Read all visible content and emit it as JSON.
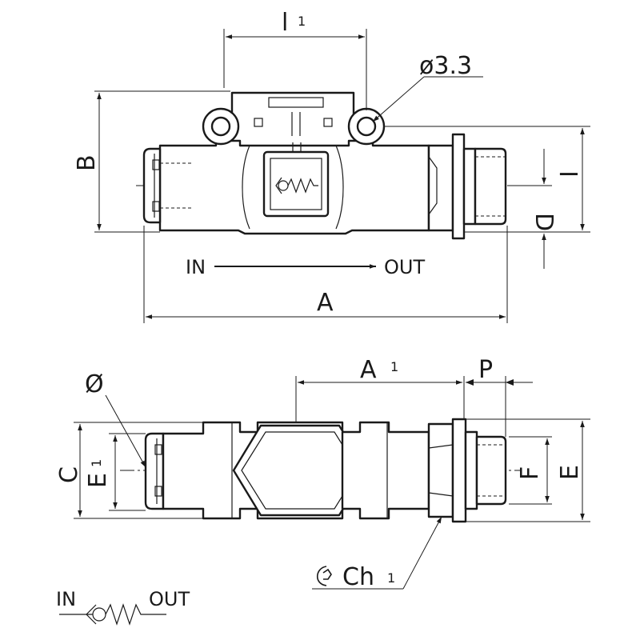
{
  "top_view": {
    "dim_l1": "l",
    "dim_l1_sub": "1",
    "dim_hole": "ø3.3",
    "dim_b": "B",
    "dim_i": "I",
    "dim_d": "D",
    "dim_a": "A",
    "flow_in": "IN",
    "flow_out": "OUT"
  },
  "bottom_view": {
    "dim_phi": "Ø",
    "dim_c": "C",
    "dim_e1": "E",
    "dim_e1_sub": "1",
    "dim_a1": "A",
    "dim_a1_sub": "1",
    "dim_p": "P",
    "dim_f": "F",
    "dim_e": "E",
    "dim_ch1": "Ch",
    "dim_ch1_sub": "1"
  },
  "symbol": {
    "in": "IN",
    "out": "OUT"
  }
}
